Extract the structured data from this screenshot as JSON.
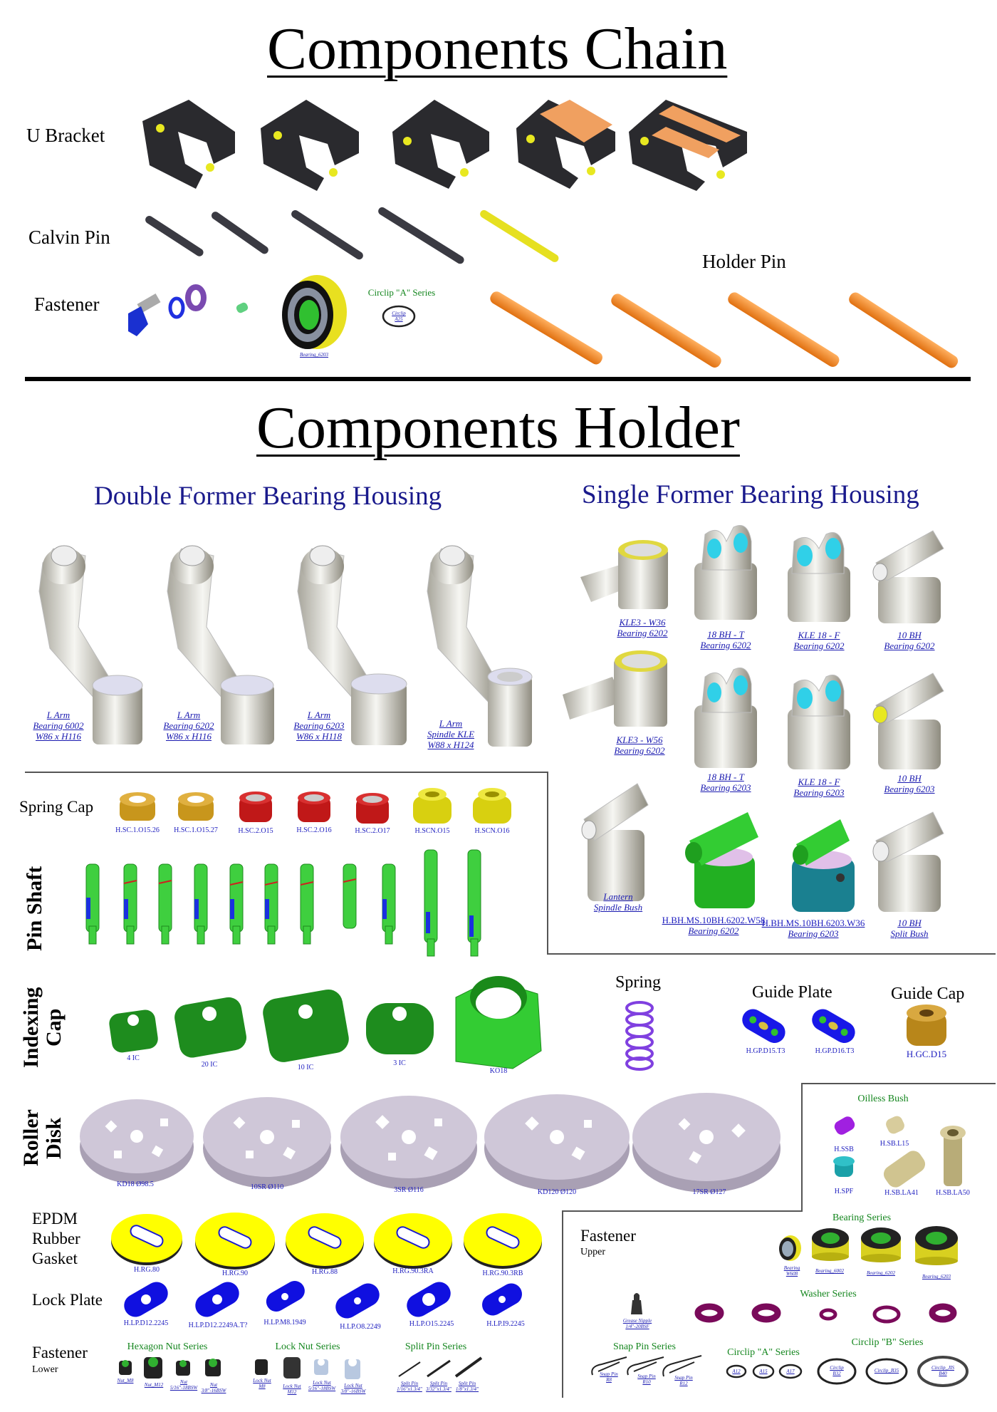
{
  "colors": {
    "title_blue": "#1a1a8c",
    "label_blue": "#2020c0",
    "series_green": "#14861e",
    "bracket": "#2a2a2e",
    "holder_pin": "#f08a1e",
    "shaft": "#3fcf3f",
    "gasket": "#ffff00",
    "lock_plate": "#1010e0",
    "washer": "#7a0a5a",
    "roller_disk": "#c8bfd2"
  },
  "chain": {
    "title": "Components Chain",
    "u_bracket": "U Bracket",
    "calvin_pin": "Calvin Pin",
    "fastener": "Fastener",
    "holder_pin": "Holder Pin",
    "circlip_series": "Circlip \"A\" Series",
    "circlip_label": [
      "Circlip",
      "A25"
    ],
    "bearing_label": "Bearing_6203"
  },
  "holder": {
    "title": "Components Holder",
    "double_title": "Double Former Bearing Housing",
    "single_title": "Single Former Bearing Housing",
    "l_arms": [
      [
        "L Arm",
        "Bearing 6002",
        "W86 x H116"
      ],
      [
        "L Arm",
        "Bearing 6202",
        "W86 x H116"
      ],
      [
        "L Arm",
        "Bearing 6203",
        "W86 x H118"
      ],
      [
        "L Arm",
        "Spindle KLE",
        "W88 x H124"
      ]
    ],
    "single": [
      [
        "KLE3 - W36",
        "Bearing 6202"
      ],
      [
        "18 BH - T",
        "Bearing 6202"
      ],
      [
        "KLE 18 - F",
        "Bearing 6202"
      ],
      [
        "10 BH",
        "Bearing 6202"
      ],
      [
        "KLE3 - W56",
        "Bearing 6202"
      ],
      [
        "18 BH - T",
        "Bearing 6203"
      ],
      [
        "KLE 18 - F",
        "Bearing 6203"
      ],
      [
        "10 BH",
        "Bearing 6203"
      ],
      [
        "Lantern",
        "Spindle Bush"
      ],
      [
        "H.BH.MS.10BH.6202.W58",
        "Bearing 6202"
      ],
      [
        "H.BH.MS.10BH.6203.W36",
        "Bearing 6203"
      ],
      [
        "10 BH",
        "Split Bush"
      ]
    ]
  },
  "spring_cap": {
    "title": "Spring Cap",
    "items": [
      "H.SC.1.O15.26",
      "H.SC.1.O15.27",
      "H.SC.2.O15",
      "H.SC.2.O16",
      "H.SC.2.O17",
      "H.SCN.O15",
      "H.SCN.O16"
    ]
  },
  "pin_shaft": {
    "title": "Pin Shaft"
  },
  "indexing_cap": {
    "title": "Indexing Cap",
    "items": [
      "4 IC",
      "20 IC",
      "10 IC",
      "3 IC",
      "KO18"
    ]
  },
  "spring": {
    "title": "Spring"
  },
  "guide_plate": {
    "title": "Guide Plate",
    "items": [
      "H.GP.D15.T3",
      "H.GP.D16.T3"
    ]
  },
  "guide_cap": {
    "title": "Guide Cap",
    "items": [
      "H.GC.D15"
    ]
  },
  "roller_disk": {
    "title": "Roller Disk",
    "items": [
      "KD18  Ø98.5",
      "10SR  Ø110",
      "3SR  Ø116",
      "KD120  Ø120",
      "17SR  Ø127"
    ]
  },
  "oilless_bush": {
    "title": "Oilless Bush",
    "items": [
      "H.SSB",
      "H.SB.L15",
      "H.SPF",
      "H.SB.LA41",
      "H.SB.LA50"
    ]
  },
  "gasket": {
    "title": [
      "EPDM",
      "Rubber",
      "Gasket"
    ],
    "items": [
      "H.RG.80",
      "H.RG.90",
      "H.RG.88",
      "H.RG.90.3RA",
      "H.RG.90.3RB"
    ]
  },
  "lock_plate": {
    "title": "Lock Plate",
    "items": [
      "H.LP.D12.2245",
      "H.LP.D12.2249A.T?",
      "H.LP.M8.1949",
      "H.LP.O8.2249",
      "H.LP.O15.2245",
      "H.LP.I9.2245"
    ]
  },
  "fastener_lower": {
    "title": "Fastener",
    "subtitle": "Lower",
    "hex_series": "Hexagon Nut Series",
    "hex": [
      [
        "Nut_M8"
      ],
      [
        "Nut_M12"
      ],
      [
        "Nut",
        "5/16\"-18BSW"
      ],
      [
        "Nut",
        "3/8\"-16BSW"
      ]
    ],
    "lock_series": "Lock Nut Series",
    "lock": [
      [
        "Lock Nut",
        "M8"
      ],
      [
        "Lock Nut",
        "M12"
      ],
      [
        "Lock Nut",
        "5/16\"-18BSW"
      ],
      [
        "Lock Nut",
        "3/8\"-16BSW"
      ]
    ],
    "split_series": "Split Pin Series",
    "split": [
      [
        "Split Pin",
        "1/16\"x1.3/4\""
      ],
      [
        "Split Pin",
        "3/32\"x1.3/4\""
      ],
      [
        "Split Pin",
        "1/8\"x1.3/4\""
      ]
    ]
  },
  "fastener_upper": {
    "title": "Fastener",
    "subtitle": "Upper",
    "bearing_series": "Bearing Series",
    "bearings": [
      [
        "Bearing",
        "W608"
      ],
      [
        "Bearing_6002"
      ],
      [
        "Bearing_6202"
      ],
      [
        "Bearing_6203"
      ]
    ],
    "grease": [
      "Grease Nipple",
      "1/4\"-20BSF"
    ],
    "washer_series": "Washer Series",
    "snap_series": "Snap Pin Series",
    "snap": [
      [
        "Snap Pin",
        "R8"
      ],
      [
        "Snap Pin",
        "R10"
      ],
      [
        "Snap Pin",
        "R12"
      ]
    ],
    "circlip_a_series": "Circlip \"A\" Series",
    "circlip_a": [
      "A12",
      "A15",
      "A17"
    ],
    "circlip_b_series": "Circlip \"B\" Series",
    "circlip_b": [
      [
        "Circlip",
        "B32"
      ],
      [
        "Circlip_B35"
      ],
      [
        "Circlip_JIS",
        "B40"
      ]
    ]
  }
}
